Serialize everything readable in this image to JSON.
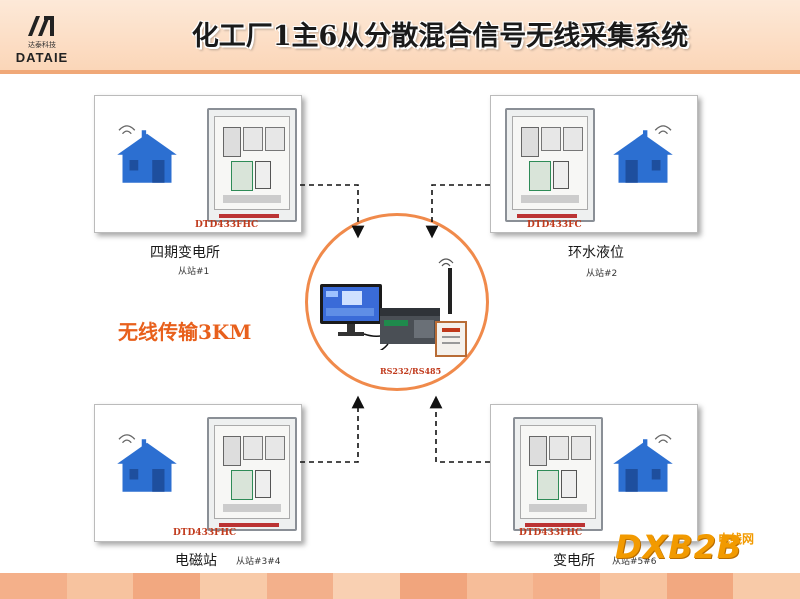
{
  "header": {
    "logo_cn": "达泰科技",
    "logo_en": "DATAIE",
    "title": "化工厂1主6从分散混合信号无线采集系统"
  },
  "colors": {
    "accent": "#e8601c",
    "house_blue": "#2c6fd1",
    "circle": "#f08a4b",
    "footer": [
      "#f4b08a",
      "#f7c39f",
      "#f2a880",
      "#f8caa8",
      "#f3b08b",
      "#f9d0b2",
      "#f1a57d",
      "#f6bd99",
      "#f4b08a",
      "#f7c39f",
      "#f2a880",
      "#f8caa8"
    ]
  },
  "stations": [
    {
      "model": "DTD433FHC",
      "name": "四期变电所",
      "sub": "从站#1"
    },
    {
      "model": "DTD433FC",
      "name": "环水液位",
      "sub": "从站#2"
    },
    {
      "model": "DTD433FHC",
      "name": "电磁站",
      "sub": "从站#3#4"
    },
    {
      "model": "DTD433FHC",
      "name": "变电所",
      "sub": "从站#5#6"
    }
  ],
  "center": {
    "wireless_label": "无线传输3KM",
    "interface_label": "RS232/RS485"
  },
  "watermark": {
    "brand": "DXB2B",
    "site": "电线网"
  },
  "icons": [
    "logo-mark-icon",
    "house-icon",
    "wifi-icon",
    "monitor-icon",
    "plc-icon",
    "antenna-icon",
    "radio-module-icon",
    "arrow-icon"
  ]
}
